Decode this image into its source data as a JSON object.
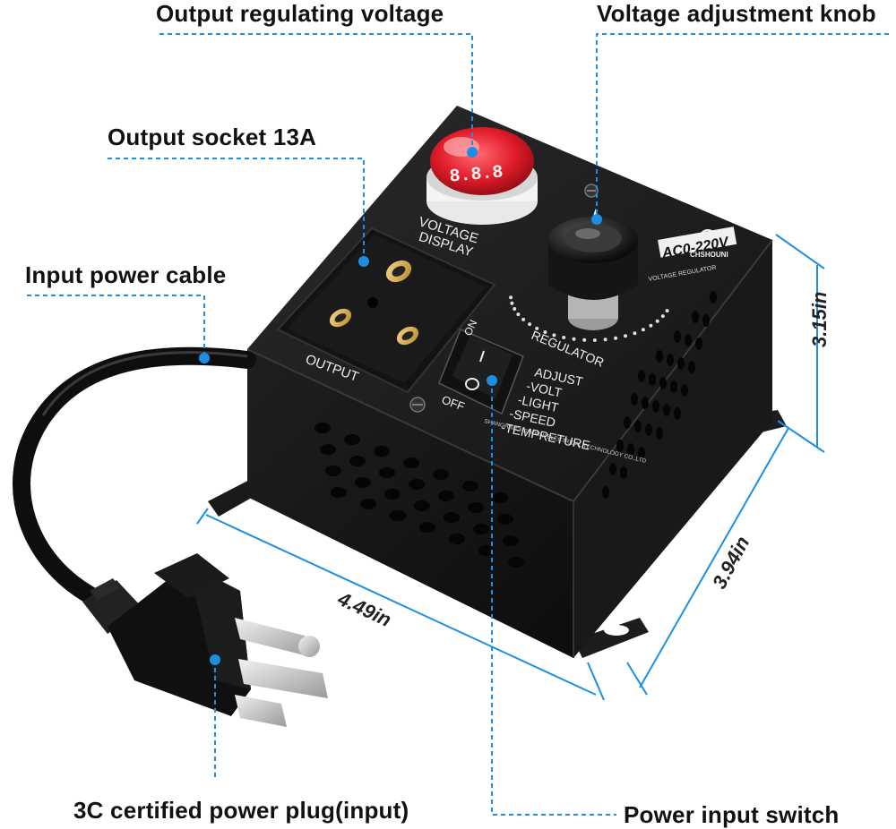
{
  "callouts": {
    "output_voltage": "Output regulating voltage",
    "knob": "Voltage adjustment knob",
    "socket": "Output socket 13A",
    "cable": "Input power cable",
    "plug": "3C certified power plug(input)",
    "switch": "Power input switch"
  },
  "dimensions": {
    "height": "3.15in",
    "depth": "3.94in",
    "width": "4.49in"
  },
  "panel": {
    "voltage_display_label": "VOLTAGE\nDISPLAY",
    "display_reading": "8.8.8",
    "output_label": "OUTPUT",
    "brand": "CHSHOUNI",
    "model": "AC0-220V",
    "subtitle": "VOLTAGE REGULATOR",
    "regulator_label": "REGULATOR",
    "switch_on": "ON",
    "switch_off": "OFF",
    "adjust_list": "ADJUST\n-VOLT\n-LIGHT\n-SPEED\n-TEMPRETURE",
    "maker": "SHANGHAI CHSHOUNI ELECTRICAL TECHNOLOGY CO.,LTD"
  },
  "colors": {
    "accent_blue": "#1e8fe0",
    "device_black": "#1c1c1e",
    "display_red": "#e21d2a"
  }
}
